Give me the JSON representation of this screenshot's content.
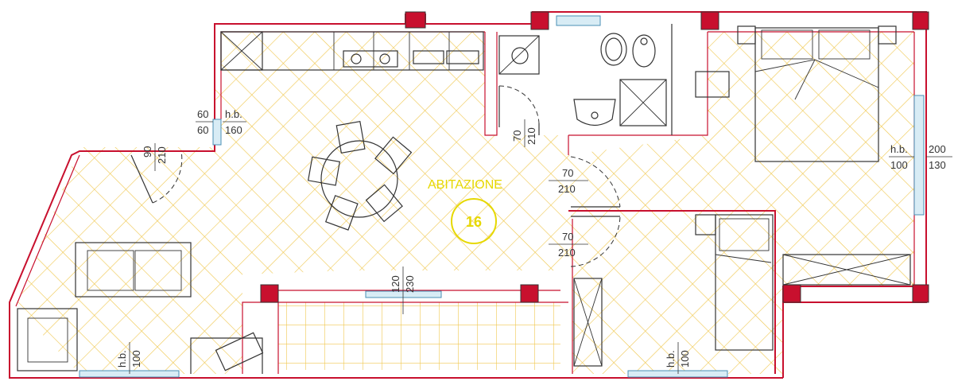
{
  "room": {
    "name": "ABITAZIONE",
    "number": "16"
  },
  "colors": {
    "wall": "#c8102e",
    "floor_grid": "#f0c850",
    "label": "#e6d800",
    "window": "#4a8fb5"
  },
  "dimensions": {
    "d_top_left_w": "60",
    "d_top_left_h": "60",
    "d_top_left_hb": "h.b.",
    "d_top_left_hbv": "160",
    "d_entry_w": "90",
    "d_entry_h": "210",
    "d_bath_w": "70",
    "d_bath_h": "210",
    "d_bed1_w": "70",
    "d_bed1_h": "210",
    "d_bed2_w": "70",
    "d_bed2_h": "210",
    "d_win_mid_w": "120",
    "d_win_mid_h": "230",
    "d_bed_right_hb": "h.b.",
    "d_bed_right_hbv": "100",
    "d_bed_right_w": "200",
    "d_bed_right_h": "130",
    "d_bl_hb": "h.b.",
    "d_bl_hbv": "100",
    "d_br_hb": "h.b.",
    "d_br_hbv": "100"
  },
  "icons": [
    "stove-icon",
    "sink-icon",
    "toilet-icon",
    "bidet-icon",
    "shower-icon",
    "bed-icon",
    "table-icon",
    "sofa-icon",
    "armchair-icon"
  ]
}
